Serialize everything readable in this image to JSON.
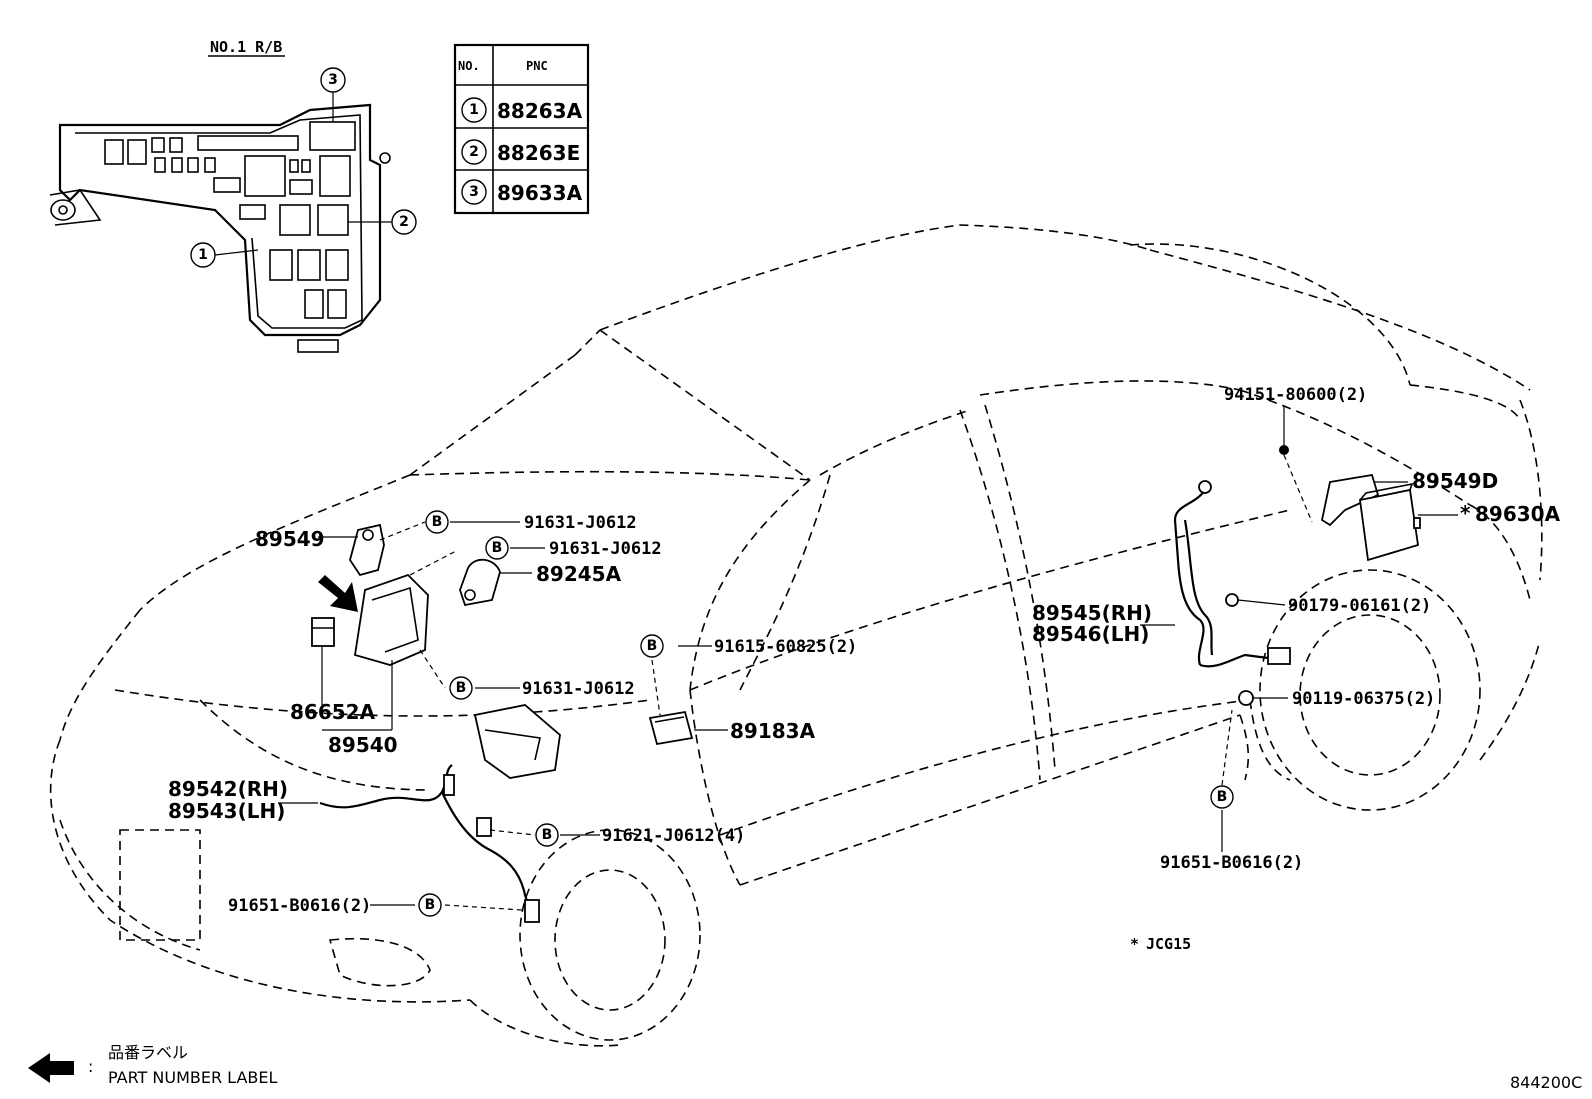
{
  "relay_block": {
    "title": "NO.1 R/B",
    "callouts": [
      "1",
      "2",
      "3"
    ]
  },
  "pnc_table": {
    "col_no": "NO.",
    "col_pnc": "PNC",
    "rows": [
      {
        "no": "1",
        "pnc": "88263A"
      },
      {
        "no": "2",
        "pnc": "88263E"
      },
      {
        "no": "3",
        "pnc": "89633A"
      }
    ]
  },
  "labels": {
    "p89549": "89549",
    "p91631_a": "91631-J0612",
    "p91631_b": "91631-J0612",
    "p89245A": "89245A",
    "p86652A": "86652A",
    "p89540": "89540",
    "p91631_c": "91631-J0612",
    "p91615": "91615-60825(2)",
    "p89183A": "89183A",
    "p89542": "89542(RH)",
    "p89543": "89543(LH)",
    "p91621": "91621-J0612(4)",
    "p91651_front": "91651-B0616(2)",
    "p94151": "94151-80600(2)",
    "p89549D": "89549D",
    "p89630A": "89630A",
    "p89545": "89545(RH)",
    "p89546": "89546(LH)",
    "p90179": "90179-06161(2)",
    "p90119": "90119-06375(2)",
    "p91651_rear": "91651-B0616(2)"
  },
  "bolt_marker": "B",
  "star_note": "JCG15",
  "star_symbol": "*",
  "legend": {
    "jp": "品番ラベル",
    "separator": ":",
    "en": "PART NUMBER LABEL"
  },
  "diagram_code": "844200C"
}
